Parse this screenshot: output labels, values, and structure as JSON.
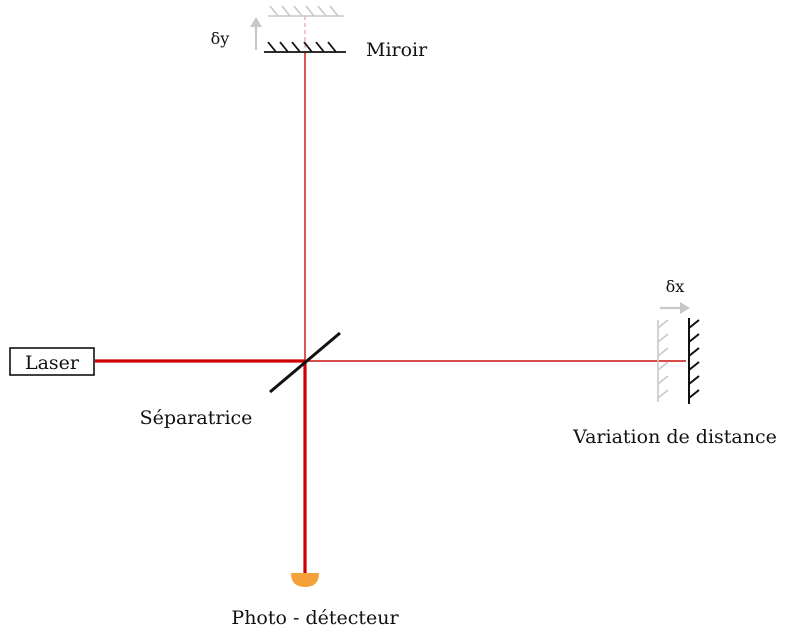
{
  "labels": {
    "laser": "Laser",
    "beam_splitter": "Séparatrice",
    "mirror": "Miroir",
    "variable_mirror": "Variation de distance",
    "detector": "Photo - détecteur",
    "delta_y": "δy",
    "delta_x": "δx"
  },
  "colors": {
    "beam": "#cc1111",
    "beam_strong": "#cc0000",
    "optics": "#111111",
    "ghost": "#c8c8c8",
    "detector": "#f5a13a"
  },
  "icons": {
    "laser": "laser-box",
    "mirror": "hatched-mirror",
    "detector": "photodetector-half-disc",
    "motion_arrow": "arrow"
  }
}
